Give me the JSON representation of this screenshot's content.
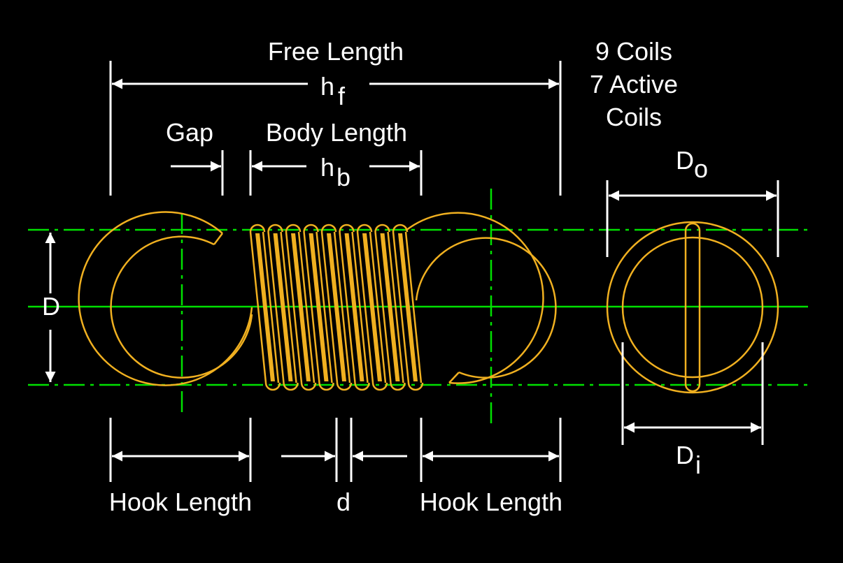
{
  "labels": {
    "free_length": "Free Length",
    "hf_main": "h",
    "hf_sub": "f",
    "coils_line1": "9 Coils",
    "coils_line2": "7 Active",
    "coils_line3": "Coils",
    "gap": "Gap",
    "body_length": "Body Length",
    "hb_main": "h",
    "hb_sub": "b",
    "do_main": "D",
    "do_sub": "o",
    "di_main": "D",
    "di_sub": "i",
    "diameter": "D",
    "hook_length_left": "Hook Length",
    "wire_d": "d",
    "hook_length_right": "Hook Length"
  },
  "colors": {
    "background": "#000000",
    "dimension": "#ffffff",
    "centerline": "#00e000",
    "spring_wire": "#f0b020"
  }
}
